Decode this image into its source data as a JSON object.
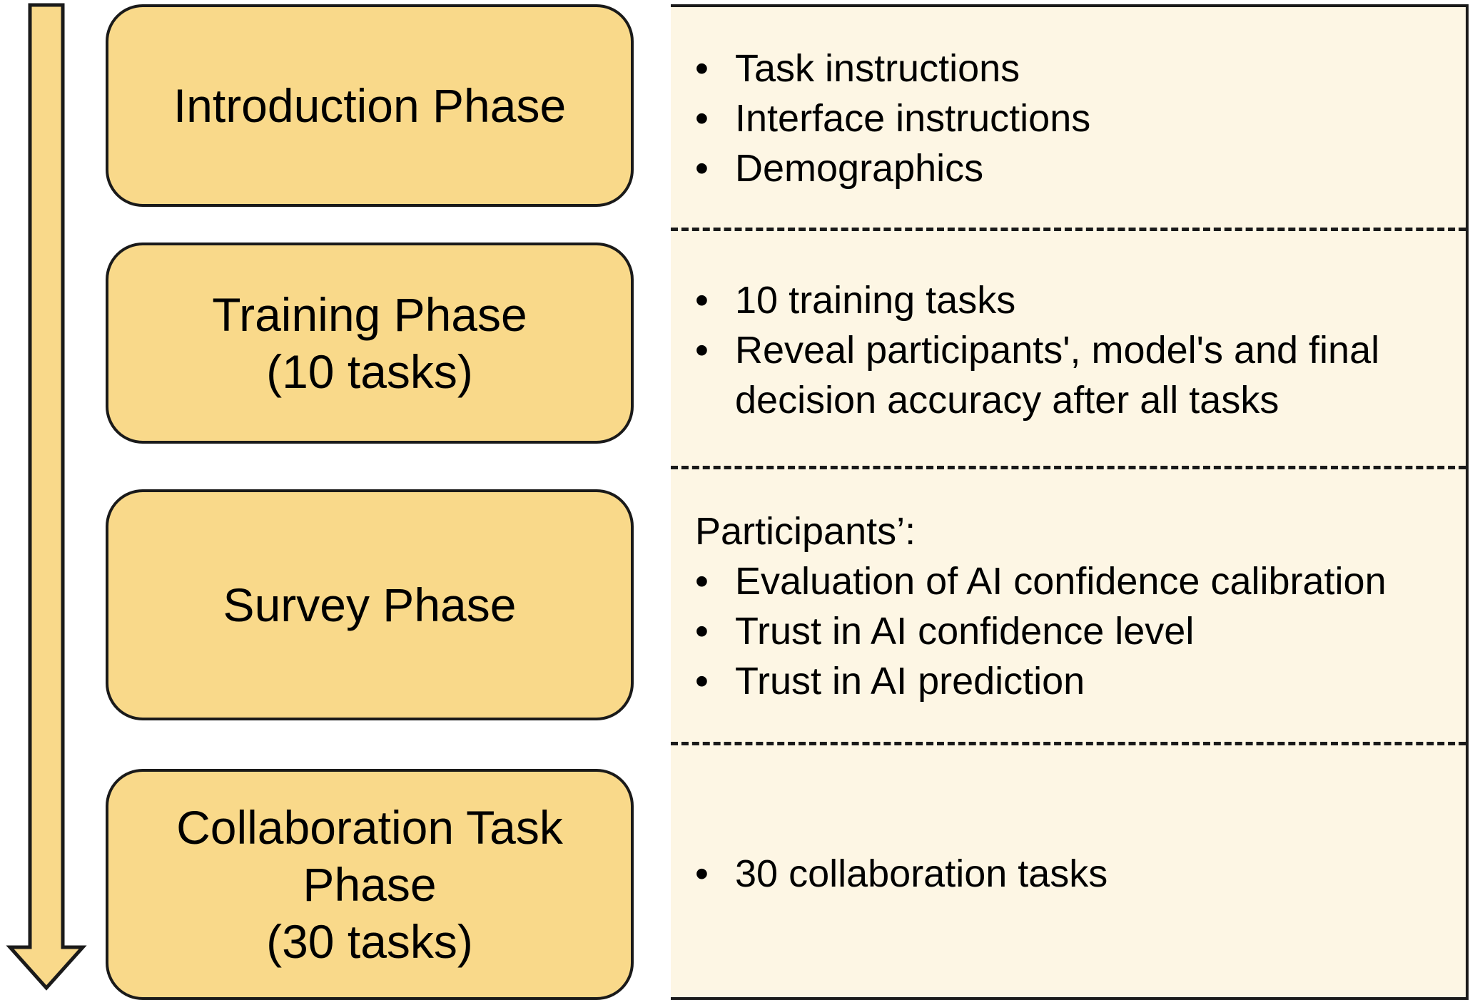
{
  "colors": {
    "phase_fill": "#f9d98a",
    "panel_fill": "#fdf6e4",
    "outline": "#1a1a1a"
  },
  "phases": [
    {
      "lines": [
        "Introduction Phase"
      ]
    },
    {
      "lines": [
        "Training Phase",
        "(10 tasks)"
      ]
    },
    {
      "lines": [
        "Survey Phase"
      ]
    },
    {
      "lines": [
        "Collaboration Task",
        "Phase",
        "(30 tasks)"
      ]
    }
  ],
  "details": [
    {
      "bullets": [
        {
          "lines": [
            "Task instructions"
          ]
        },
        {
          "lines": [
            "Interface instructions"
          ]
        },
        {
          "lines": [
            "Demographics"
          ]
        }
      ]
    },
    {
      "bullets": [
        {
          "lines": [
            "10 training tasks"
          ]
        },
        {
          "lines": [
            "Reveal participants', model's and final",
            "decision accuracy after all tasks"
          ]
        }
      ]
    },
    {
      "lead": "Participants’:",
      "bullets": [
        {
          "lines": [
            "Evaluation of AI confidence calibration"
          ]
        },
        {
          "lines": [
            "Trust in AI confidence level"
          ]
        },
        {
          "lines": [
            "Trust in AI prediction"
          ]
        }
      ]
    },
    {
      "bullets": [
        {
          "lines": [
            "30 collaboration tasks"
          ]
        }
      ]
    }
  ]
}
